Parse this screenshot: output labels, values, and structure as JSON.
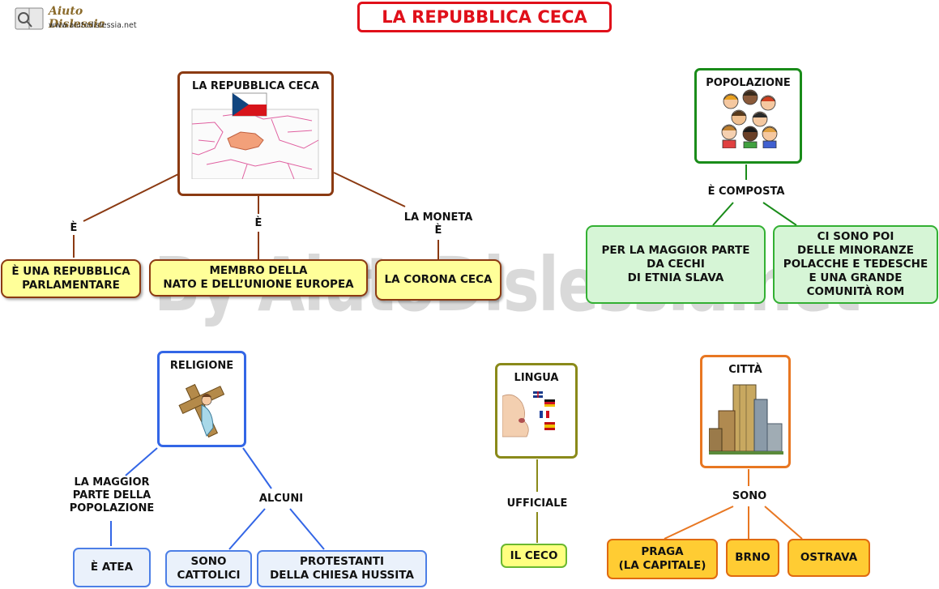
{
  "title": "LA REPUBBLICA CECA",
  "logo": {
    "name": "Aiuto Dislessia",
    "url": "www.aiutodislessia.net"
  },
  "watermark": "By AiutoDislessia.net",
  "republic": {
    "title": "LA REPUBBLICA CECA",
    "links": [
      "È",
      "È",
      "LA MONETA\nÈ"
    ],
    "boxes": [
      "È UNA REPUBBLICA\nPARLAMENTARE",
      "MEMBRO DELLA\nNATO E DELL’UNIONE EUROPEA",
      "LA CORONA CECA"
    ]
  },
  "population": {
    "title": "POPOLAZIONE",
    "link": "È COMPOSTA",
    "boxes": [
      "PER LA MAGGIOR PARTE\nDA CECHI\nDI ETNIA SLAVA",
      "CI SONO POI\nDELLE MINORANZE\nPOLACCHE E TEDESCHE\nE UNA GRANDE\nCOMUNITÀ ROM"
    ]
  },
  "religion": {
    "title": "RELIGIONE",
    "links": [
      "LA MAGGIOR\nPARTE DELLA\nPOPOLAZIONE",
      "ALCUNI"
    ],
    "boxes": [
      "È ATEA",
      "SONO\nCATTOLICI",
      "PROTESTANTI\nDELLA CHIESA HUSSITA"
    ]
  },
  "language": {
    "title": "LINGUA",
    "link": "UFFICIALE",
    "box": "IL CECO"
  },
  "cities": {
    "title": "CITTÀ",
    "link": "SONO",
    "boxes": [
      "PRAGA\n(LA CAPITALE)",
      "BRNO",
      "OSTRAVA"
    ]
  },
  "colors": {
    "title_border": "#e0101a",
    "republic": "#8b3a12",
    "population": "#1a8c1a",
    "religion": "#3366e6",
    "language": "#8a8a1a",
    "cities": "#e87722"
  }
}
